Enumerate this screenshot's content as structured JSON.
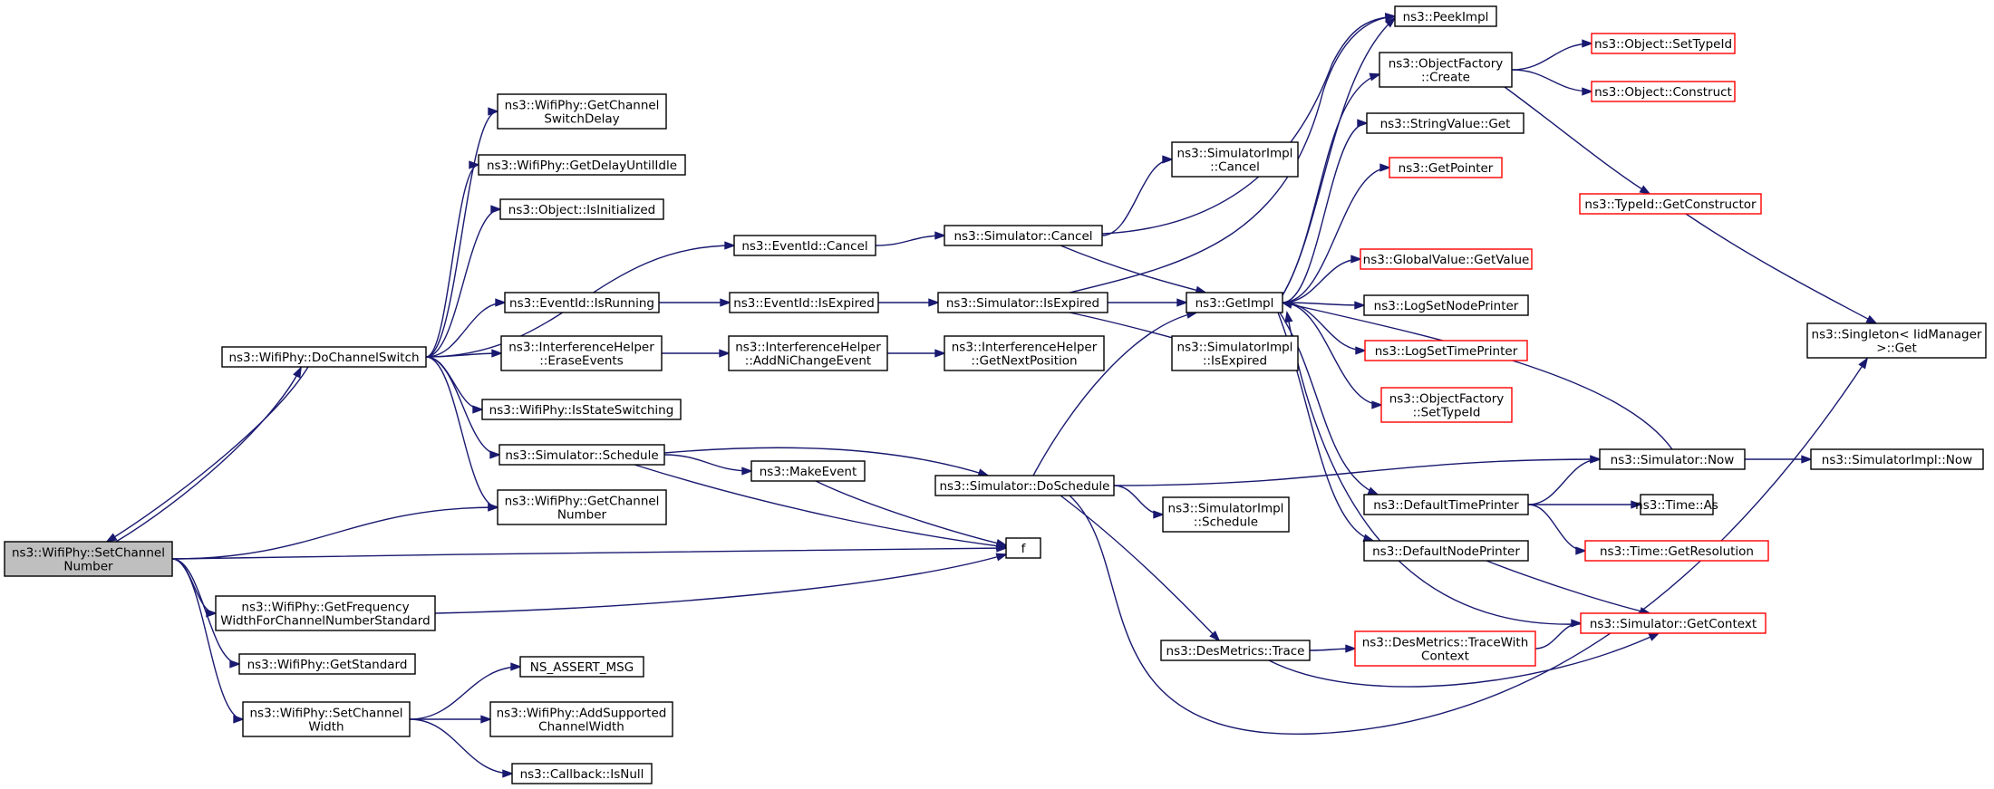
{
  "colors": {
    "normal_border": "#000000",
    "truncated_border": "#ff0000",
    "root_fill": "#bfbfbf",
    "fill": "#ffffff",
    "edge": "#191970"
  },
  "nodes": [
    {
      "id": "setchnum",
      "lines": [
        "ns3::WifiPhy::SetChannel",
        "Number"
      ],
      "kind": "root"
    },
    {
      "id": "dochsw",
      "lines": [
        "ns3::WifiPhy::DoChannelSwitch"
      ],
      "kind": "normal"
    },
    {
      "id": "getfreq",
      "lines": [
        "ns3::WifiPhy::GetFrequency",
        "WidthForChannelNumberStandard"
      ],
      "kind": "normal"
    },
    {
      "id": "getstd",
      "lines": [
        "ns3::WifiPhy::GetStandard"
      ],
      "kind": "normal"
    },
    {
      "id": "setchw",
      "lines": [
        "ns3::WifiPhy::SetChannel",
        "Width"
      ],
      "kind": "normal"
    },
    {
      "id": "getchsd",
      "lines": [
        "ns3::WifiPhy::GetChannel",
        "SwitchDelay"
      ],
      "kind": "normal"
    },
    {
      "id": "getdelay",
      "lines": [
        "ns3::WifiPhy::GetDelayUntilIdle"
      ],
      "kind": "normal"
    },
    {
      "id": "objinit",
      "lines": [
        "ns3::Object::IsInitialized"
      ],
      "kind": "normal"
    },
    {
      "id": "evrun",
      "lines": [
        "ns3::EventId::IsRunning"
      ],
      "kind": "normal"
    },
    {
      "id": "iherase",
      "lines": [
        "ns3::InterferenceHelper",
        "::EraseEvents"
      ],
      "kind": "normal"
    },
    {
      "id": "isstsw",
      "lines": [
        "ns3::WifiPhy::IsStateSwitching"
      ],
      "kind": "normal"
    },
    {
      "id": "simsched",
      "lines": [
        "ns3::Simulator::Schedule"
      ],
      "kind": "normal"
    },
    {
      "id": "getchnum",
      "lines": [
        "ns3::WifiPhy::GetChannel",
        "Number"
      ],
      "kind": "normal"
    },
    {
      "id": "nsassert",
      "lines": [
        "NS_ASSERT_MSG"
      ],
      "kind": "normal"
    },
    {
      "id": "addsup",
      "lines": [
        "ns3::WifiPhy::AddSupported",
        "ChannelWidth"
      ],
      "kind": "normal"
    },
    {
      "id": "cbnull",
      "lines": [
        "ns3::Callback::IsNull"
      ],
      "kind": "normal"
    },
    {
      "id": "evcancel",
      "lines": [
        "ns3::EventId::Cancel"
      ],
      "kind": "normal"
    },
    {
      "id": "evexp",
      "lines": [
        "ns3::EventId::IsExpired"
      ],
      "kind": "normal"
    },
    {
      "id": "ihaddni",
      "lines": [
        "ns3::InterferenceHelper",
        "::AddNiChangeEvent"
      ],
      "kind": "normal"
    },
    {
      "id": "makeev",
      "lines": [
        "ns3::MakeEvent"
      ],
      "kind": "normal"
    },
    {
      "id": "f",
      "lines": [
        "f"
      ],
      "kind": "normal"
    },
    {
      "id": "simcancel",
      "lines": [
        "ns3::Simulator::Cancel"
      ],
      "kind": "normal"
    },
    {
      "id": "simisexp",
      "lines": [
        "ns3::Simulator::IsExpired"
      ],
      "kind": "normal"
    },
    {
      "id": "ihgetnext",
      "lines": [
        "ns3::InterferenceHelper",
        "::GetNextPosition"
      ],
      "kind": "normal"
    },
    {
      "id": "simdosched",
      "lines": [
        "ns3::Simulator::DoSchedule"
      ],
      "kind": "normal"
    },
    {
      "id": "simimplcancel",
      "lines": [
        "ns3::SimulatorImpl",
        "::Cancel"
      ],
      "kind": "normal"
    },
    {
      "id": "getimpl",
      "lines": [
        "ns3::GetImpl"
      ],
      "kind": "normal"
    },
    {
      "id": "simimplisexp",
      "lines": [
        "ns3::SimulatorImpl",
        "::IsExpired"
      ],
      "kind": "normal"
    },
    {
      "id": "simimplsched",
      "lines": [
        "ns3::SimulatorImpl",
        "::Schedule"
      ],
      "kind": "normal"
    },
    {
      "id": "desmtrace",
      "lines": [
        "ns3::DesMetrics::Trace"
      ],
      "kind": "normal"
    },
    {
      "id": "peekimpl",
      "lines": [
        "ns3::PeekImpl"
      ],
      "kind": "normal"
    },
    {
      "id": "ofcreate",
      "lines": [
        "ns3::ObjectFactory",
        "::Create"
      ],
      "kind": "normal"
    },
    {
      "id": "strget",
      "lines": [
        "ns3::StringValue::Get"
      ],
      "kind": "normal"
    },
    {
      "id": "getptr",
      "lines": [
        "ns3::GetPointer"
      ],
      "kind": "truncated"
    },
    {
      "id": "gvget",
      "lines": [
        "ns3::GlobalValue::GetValue"
      ],
      "kind": "truncated"
    },
    {
      "id": "lognode",
      "lines": [
        "ns3::LogSetNodePrinter"
      ],
      "kind": "normal"
    },
    {
      "id": "logtime",
      "lines": [
        "ns3::LogSetTimePrinter"
      ],
      "kind": "truncated"
    },
    {
      "id": "ofsettid",
      "lines": [
        "ns3::ObjectFactory",
        "::SetTypeId"
      ],
      "kind": "truncated"
    },
    {
      "id": "deftime",
      "lines": [
        "ns3::DefaultTimePrinter"
      ],
      "kind": "normal"
    },
    {
      "id": "defnode",
      "lines": [
        "ns3::DefaultNodePrinter"
      ],
      "kind": "normal"
    },
    {
      "id": "desmtracectx",
      "lines": [
        "ns3::DesMetrics::TraceWith",
        "Context"
      ],
      "kind": "truncated"
    },
    {
      "id": "objsettid",
      "lines": [
        "ns3::Object::SetTypeId"
      ],
      "kind": "truncated"
    },
    {
      "id": "objconstruct",
      "lines": [
        "ns3::Object::Construct"
      ],
      "kind": "truncated"
    },
    {
      "id": "tidgetctor",
      "lines": [
        "ns3::TypeId::GetConstructor"
      ],
      "kind": "truncated"
    },
    {
      "id": "simnow",
      "lines": [
        "ns3::Simulator::Now"
      ],
      "kind": "normal"
    },
    {
      "id": "timeas",
      "lines": [
        "ns3::Time::As"
      ],
      "kind": "normal"
    },
    {
      "id": "timegetres",
      "lines": [
        "ns3::Time::GetResolution"
      ],
      "kind": "truncated"
    },
    {
      "id": "simgetctx",
      "lines": [
        "ns3::Simulator::GetContext"
      ],
      "kind": "truncated"
    },
    {
      "id": "singleton",
      "lines": [
        "ns3::Singleton< IidManager",
        " >::Get"
      ],
      "kind": "normal"
    },
    {
      "id": "simimplnow",
      "lines": [
        "ns3::SimulatorImpl::Now"
      ],
      "kind": "normal"
    }
  ],
  "edges": [
    [
      "setchnum",
      "dochsw"
    ],
    [
      "dochsw",
      "setchnum"
    ],
    [
      "setchnum",
      "getchnum"
    ],
    [
      "setchnum",
      "f"
    ],
    [
      "setchnum",
      "getfreq"
    ],
    [
      "setchnum",
      "getstd"
    ],
    [
      "setchnum",
      "setchw"
    ],
    [
      "dochsw",
      "getchsd"
    ],
    [
      "dochsw",
      "getdelay"
    ],
    [
      "dochsw",
      "objinit"
    ],
    [
      "dochsw",
      "evcancel"
    ],
    [
      "dochsw",
      "evrun"
    ],
    [
      "dochsw",
      "iherase"
    ],
    [
      "dochsw",
      "isstsw"
    ],
    [
      "dochsw",
      "simsched"
    ],
    [
      "dochsw",
      "getchnum"
    ],
    [
      "getfreq",
      "f"
    ],
    [
      "setchw",
      "nsassert"
    ],
    [
      "setchw",
      "addsup"
    ],
    [
      "setchw",
      "cbnull"
    ],
    [
      "evcancel",
      "simcancel"
    ],
    [
      "evrun",
      "evexp"
    ],
    [
      "evexp",
      "simisexp"
    ],
    [
      "iherase",
      "ihaddni"
    ],
    [
      "ihaddni",
      "ihgetnext"
    ],
    [
      "simsched",
      "simdosched"
    ],
    [
      "simsched",
      "makeev"
    ],
    [
      "simsched",
      "f"
    ],
    [
      "makeev",
      "f"
    ],
    [
      "simcancel",
      "simimplcancel"
    ],
    [
      "simcancel",
      "getimpl"
    ],
    [
      "simcancel",
      "peekimpl"
    ],
    [
      "simisexp",
      "getimpl"
    ],
    [
      "simisexp",
      "simimplisexp"
    ],
    [
      "simisexp",
      "peekimpl"
    ],
    [
      "simdosched",
      "getimpl"
    ],
    [
      "simdosched",
      "simimplsched"
    ],
    [
      "simdosched",
      "desmtrace"
    ],
    [
      "simdosched",
      "simnow"
    ],
    [
      "simdosched",
      "singleton"
    ],
    [
      "getimpl",
      "peekimpl"
    ],
    [
      "getimpl",
      "ofcreate"
    ],
    [
      "getimpl",
      "strget"
    ],
    [
      "getimpl",
      "getptr"
    ],
    [
      "getimpl",
      "gvget"
    ],
    [
      "getimpl",
      "lognode"
    ],
    [
      "getimpl",
      "logtime"
    ],
    [
      "getimpl",
      "ofsettid"
    ],
    [
      "getimpl",
      "deftime"
    ],
    [
      "getimpl",
      "defnode"
    ],
    [
      "desmtrace",
      "desmtracectx"
    ],
    [
      "desmtrace",
      "simgetctx"
    ],
    [
      "desmtracectx",
      "simgetctx"
    ],
    [
      "ofcreate",
      "objsettid"
    ],
    [
      "ofcreate",
      "objconstruct"
    ],
    [
      "ofcreate",
      "tidgetctor"
    ],
    [
      "tidgetctor",
      "singleton"
    ],
    [
      "deftime",
      "simnow"
    ],
    [
      "deftime",
      "timeas"
    ],
    [
      "deftime",
      "timegetres"
    ],
    [
      "defnode",
      "simgetctx"
    ],
    [
      "simnow",
      "simimplnow"
    ],
    [
      "simnow",
      "getimpl"
    ],
    [
      "simgetctx",
      "getimpl"
    ]
  ]
}
